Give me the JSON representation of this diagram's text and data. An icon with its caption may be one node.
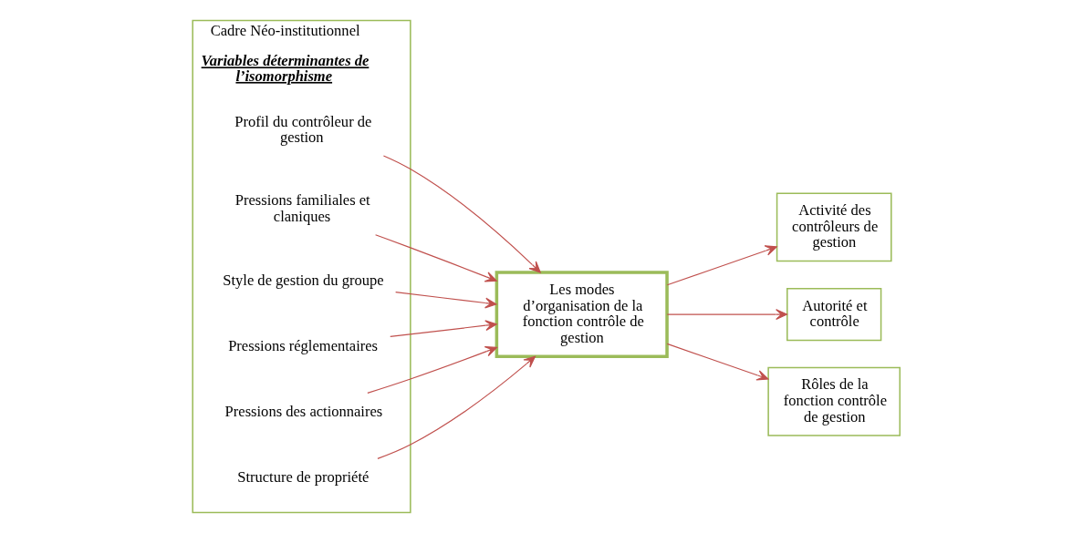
{
  "diagram": {
    "nodes": [
      {
        "text": [
          "Cadre Néo-institutionnel",
          "Variables déterminantes de l’isomorphisme"
        ]
      },
      {
        "text": [
          "Profil du contrôleur de gestion"
        ],
        "in": 0
      },
      {
        "text": [
          "Pressions familiales et claniques"
        ],
        "in": 0
      },
      {
        "text": [
          "Style de gestion du groupe"
        ],
        "in": 0
      },
      {
        "text": [
          "Pressions réglementaires"
        ],
        "in": 0
      },
      {
        "text": [
          "Pressions des actionnaires"
        ],
        "in": 0
      },
      {
        "text": [
          "Structure de propriété"
        ],
        "in": 0
      },
      {
        "text": [
          "Les modes d’organisation de la fonction contrôle de gestion"
        ]
      },
      {
        "text": [
          "Activité des contrôleurs de gestion"
        ]
      },
      {
        "text": [
          "Autorité et contrôle"
        ]
      },
      {
        "text": [
          "Rôles de la fonction contrôle de gestion"
        ]
      }
    ],
    "edges": [
      {
        "from": 1,
        "to": 7,
        "arrow": "to"
      },
      {
        "from": 2,
        "to": 7,
        "arrow": "to"
      },
      {
        "from": 3,
        "to": 7,
        "arrow": "to"
      },
      {
        "from": 4,
        "to": 7,
        "arrow": "to"
      },
      {
        "from": 5,
        "to": 7,
        "arrow": "to"
      },
      {
        "from": 6,
        "to": 7,
        "arrow": "to"
      },
      {
        "from": 7,
        "to": 8,
        "arrow": "to"
      },
      {
        "from": 7,
        "to": 9,
        "arrow": "to"
      },
      {
        "from": 7,
        "to": 10,
        "arrow": "to"
      }
    ]
  }
}
